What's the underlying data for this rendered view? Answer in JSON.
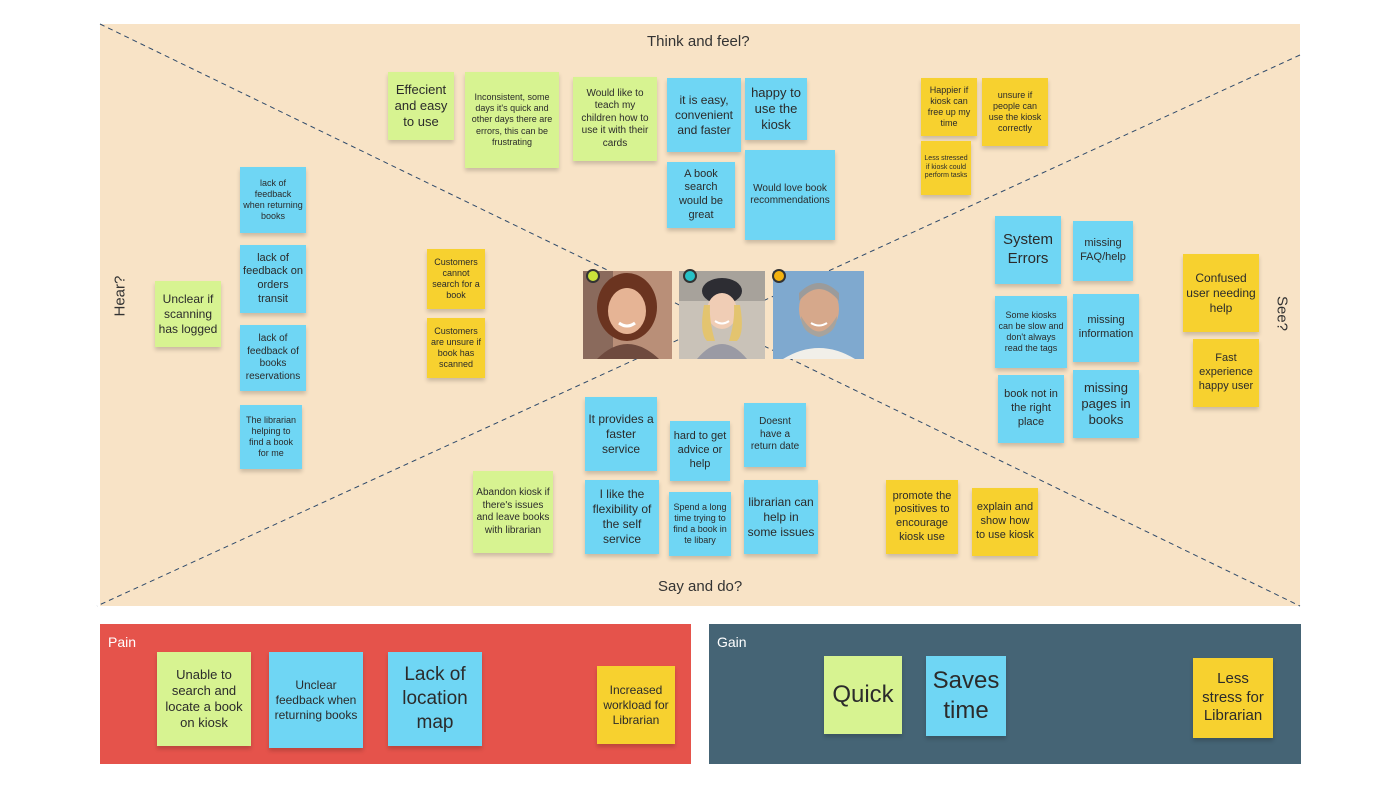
{
  "quadrants": {
    "think_feel": "Think and feel?",
    "hear": "Hear?",
    "see": "See?",
    "say_do": "Say and do?"
  },
  "colors": {
    "board": "#f8e3c6",
    "green_note": "#d7f391",
    "blue_note": "#6fd6f4",
    "yellow_note": "#f7d12f",
    "pain": "#e5534b",
    "gain": "#456475",
    "dot_green": "#c9e23a",
    "dot_teal": "#27c1c7",
    "dot_orange": "#f4b20f"
  },
  "notes": {
    "think": {
      "n1": "Effecient and easy to use",
      "n2": "Inconsistent, some days it's quick and other days there are errors, this can be frustrating",
      "n3": "Would like to teach my children how to use it with their cards",
      "n4": "it is easy, convenient and faster",
      "n5": "happy to use the kiosk",
      "n6": "A book search would be great",
      "n7": "Would love book recommendations",
      "n8": "Happier if kiosk can free up my time",
      "n9": "unsure if people can use the kiosk correctly",
      "n10": "Less stressed if kiosk could perform tasks"
    },
    "hear": {
      "n1": "lack of feedback when returning books",
      "n2": "lack of feedback on orders transit",
      "n3": "lack of feedback of books reservations",
      "n4": "The librarian helping to find a book for me",
      "n5": "Unclear if scanning has logged",
      "n6": "Customers cannot search for a book",
      "n7": "Customers are unsure if book has scanned"
    },
    "see": {
      "n1": "System Errors",
      "n2": "missing FAQ/help",
      "n3": "Some kiosks can be slow and don't always read the tags",
      "n4": "missing information",
      "n5": "book not in the right place",
      "n6": "missing pages in books",
      "n7": "Confused user needing help",
      "n8": "Fast experience happy user"
    },
    "say": {
      "n1": "It provides a faster service",
      "n2": "hard to get advice or help",
      "n3": "Doesnt have a return date",
      "n4": "I like the flexibility of the self service",
      "n5": "Spend a long time trying to find a book in te libary",
      "n6": "librarian can help in some issues",
      "n7": "Abandon kiosk if there's issues and leave books with librarian",
      "n8": "promote the positives to encourage kiosk use",
      "n9": "explain and show how to use kiosk"
    }
  },
  "pain": {
    "label": "Pain",
    "n1": "Unable to search and locate a book on kiosk",
    "n2": "Unclear feedback when returning books",
    "n3": "Lack of location map",
    "n4": "Increased workload for Librarian"
  },
  "gain": {
    "label": "Gain",
    "n1": "Quick",
    "n2": "Saves time",
    "n3": "Less stress for Librarian"
  }
}
